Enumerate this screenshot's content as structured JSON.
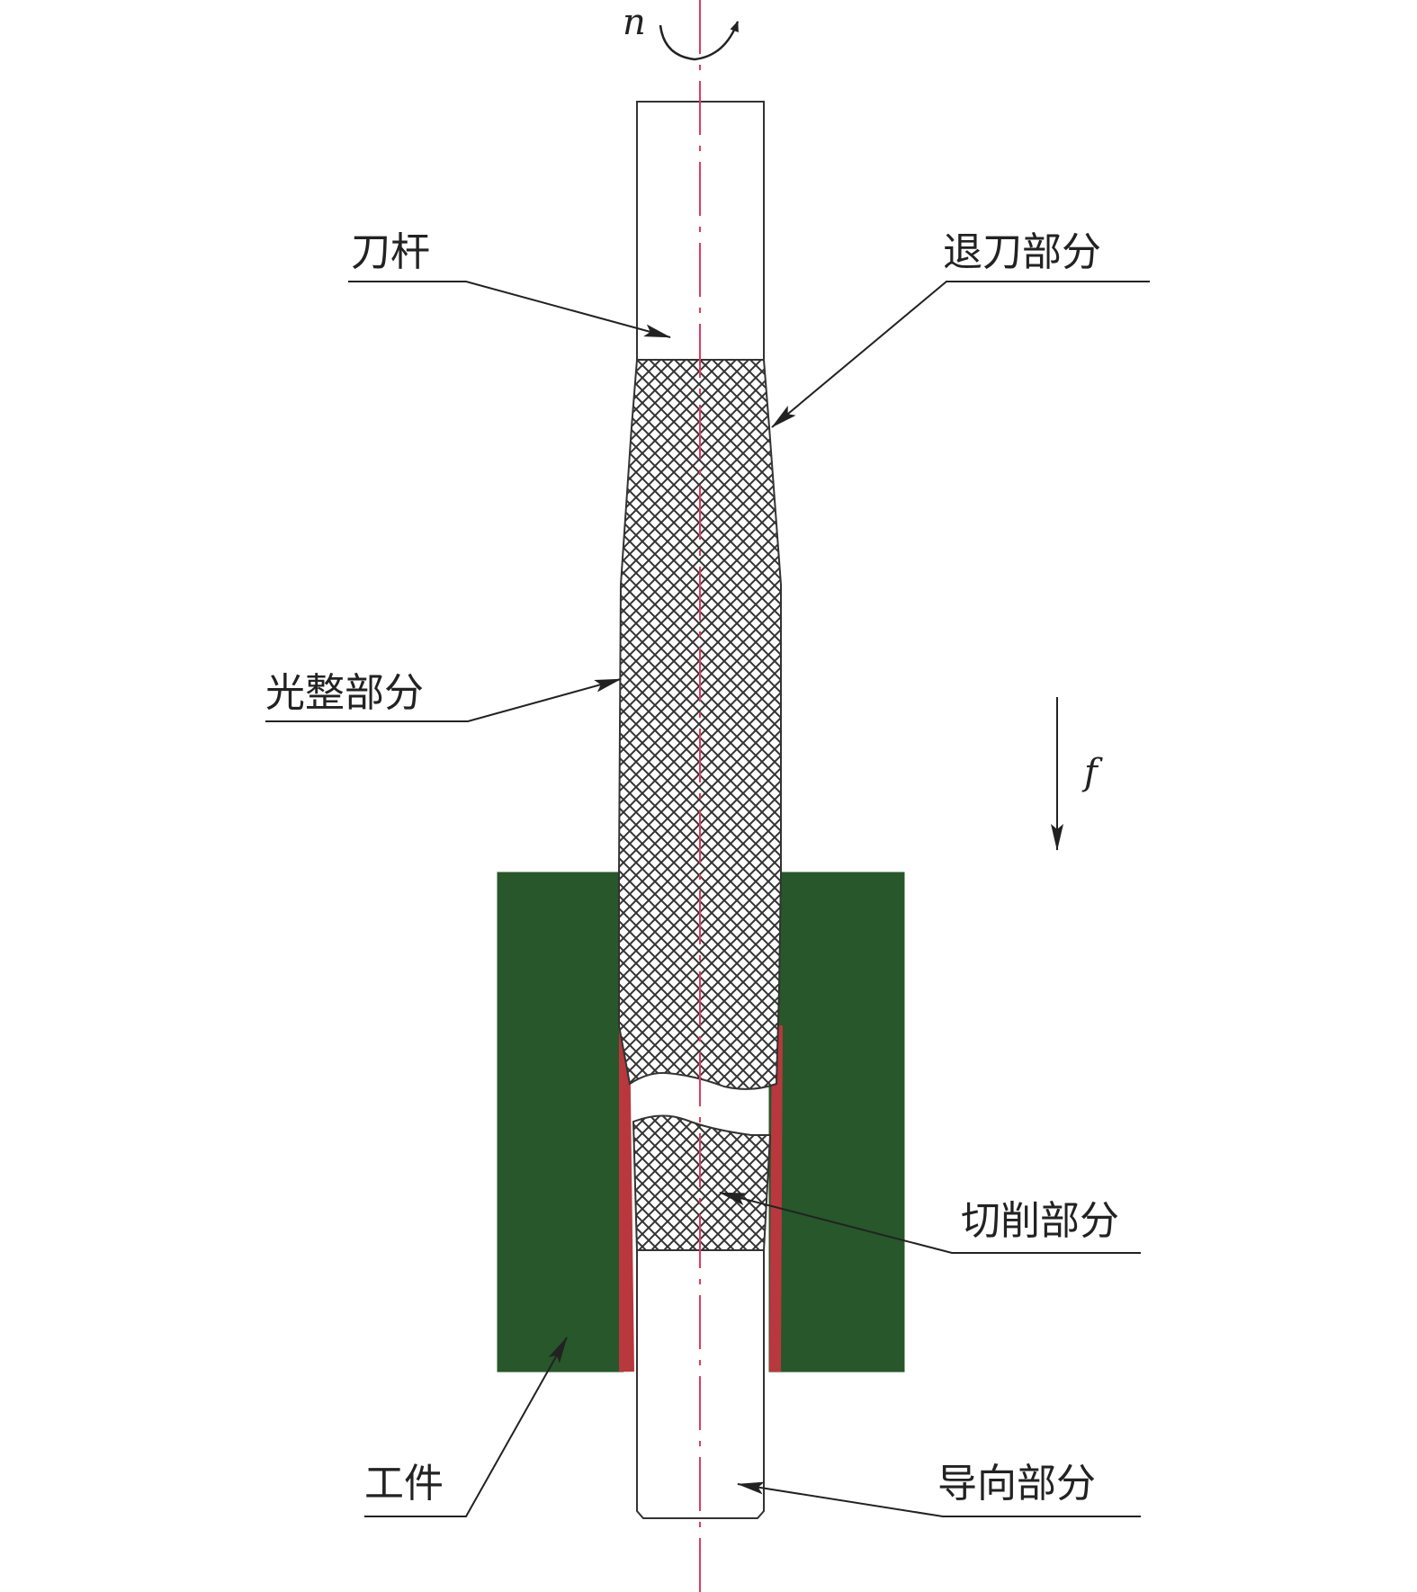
{
  "symbols": {
    "rotation": "n",
    "feed": "f"
  },
  "labels": {
    "shank": "刀杆",
    "retract": "退刀部分",
    "finishing": "光整部分",
    "cutting": "切削部分",
    "workpiece": "工件",
    "guide": "导向部分"
  },
  "colors": {
    "workpiece": "#27572a",
    "contact": "#b8383d",
    "centerline": "#dd3b5e",
    "outline": "#333333",
    "hatch": "#333333"
  }
}
